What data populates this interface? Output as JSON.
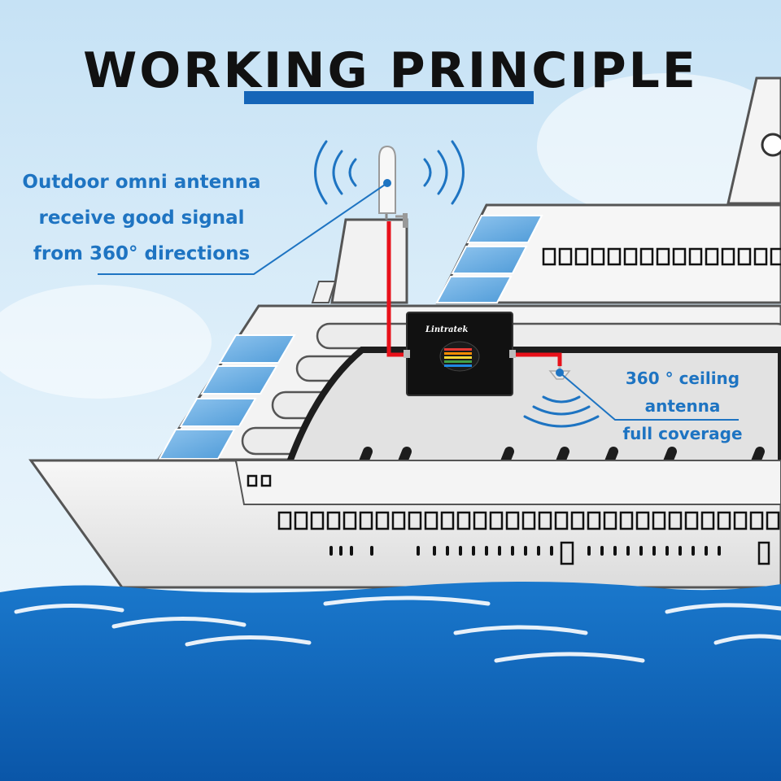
{
  "header": {
    "title": "WORKING PRINCIPLE"
  },
  "callouts": {
    "outdoor_antenna": {
      "line1": "Outdoor omni antenna",
      "line2": "receive good signal",
      "line3": "from 360° directions"
    },
    "ceiling_antenna": {
      "line1": "360 ° ceiling antenna",
      "line2": "full coverage"
    }
  },
  "booster": {
    "brand": "Lintratek"
  },
  "colors": {
    "accent": "#1565b8",
    "callout_text": "#1e74c2",
    "cable": "#e8111a",
    "sea": "#0b5fb4",
    "sky": "#d6ecf8"
  }
}
